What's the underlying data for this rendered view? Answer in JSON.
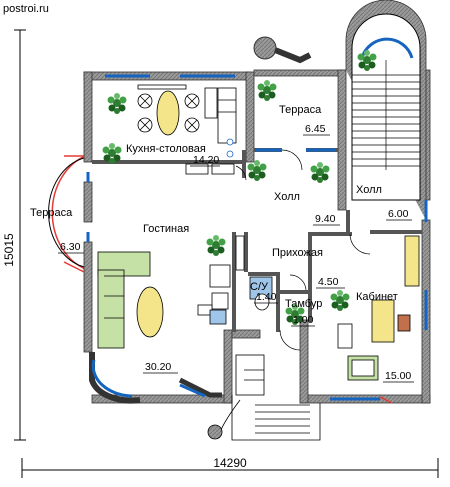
{
  "watermark": "postroi.ru",
  "dimensions": {
    "width": "14290",
    "height": "15015"
  },
  "rooms": {
    "terrace_left": {
      "name": "Терраса",
      "area": "6.30"
    },
    "kitchen": {
      "name": "Кухня-столовая",
      "area": "14.20"
    },
    "terrace_top": {
      "name": "Терраса",
      "area": "6.45"
    },
    "hall_1": {
      "name": "Холл",
      "area": "9.40"
    },
    "hall_2": {
      "name": "Холл",
      "area": "6.00"
    },
    "living": {
      "name": "Гостиная",
      "area": "30.20"
    },
    "hallway": {
      "name": "Прихожая",
      "area": "4.50"
    },
    "wc": {
      "name": "С/У",
      "area": "1.40"
    },
    "vestibule": {
      "name": "Тамбур",
      "area": "1.00"
    },
    "study": {
      "name": "Кабинет",
      "area": "15.00"
    }
  }
}
